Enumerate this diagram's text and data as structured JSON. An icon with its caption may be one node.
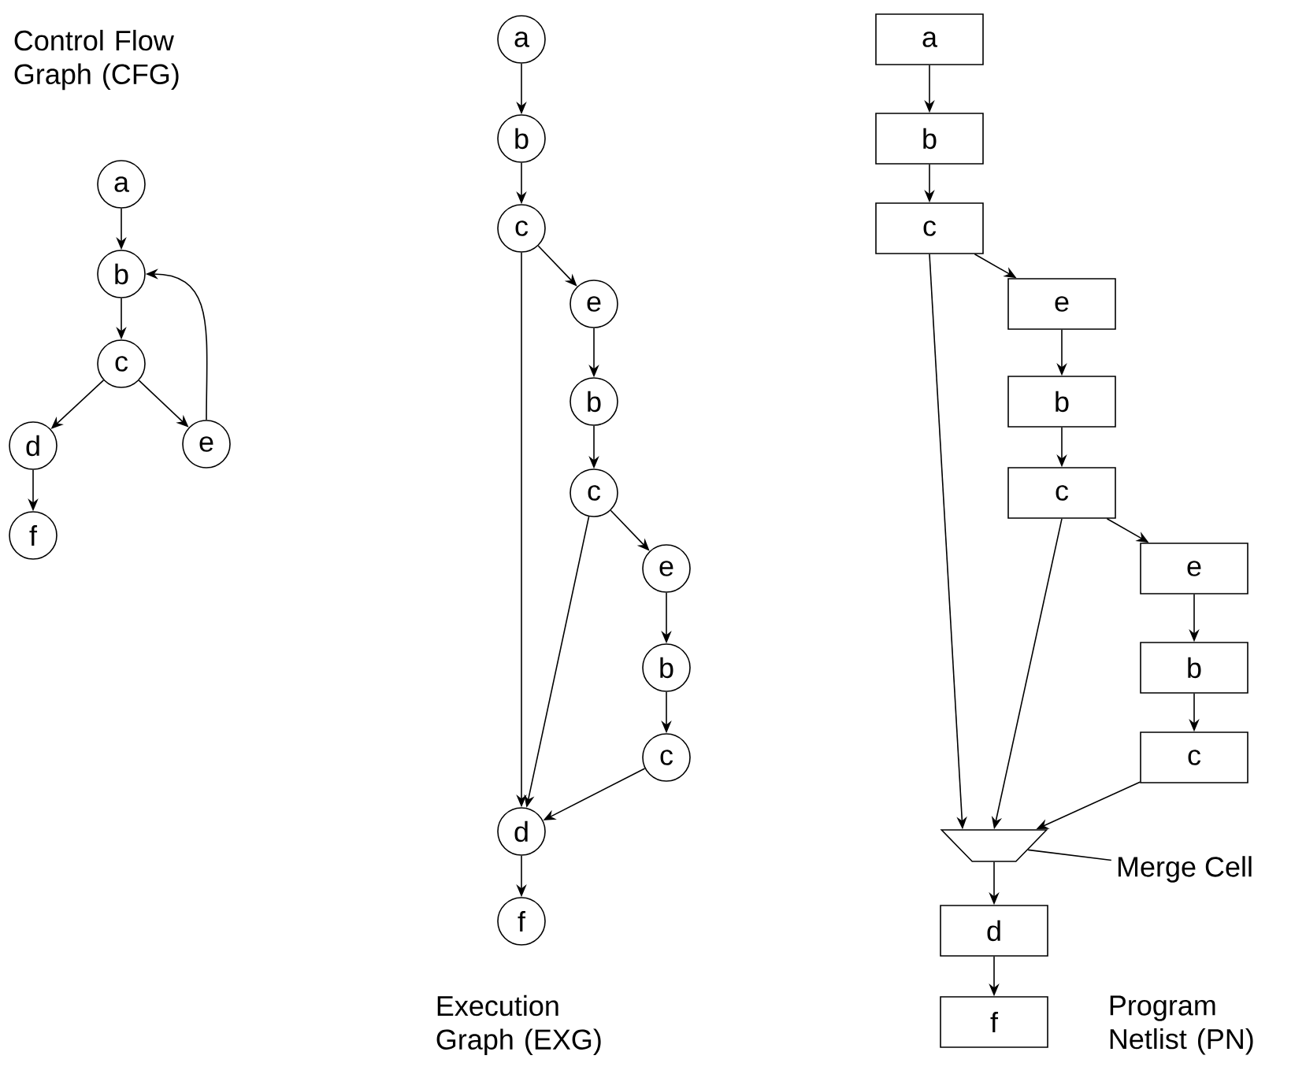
{
  "diagram": {
    "nodes": [
      {
        "text": [
          "a"
        ]
      },
      {
        "text": [
          "b"
        ]
      },
      {
        "text": [
          "c"
        ]
      },
      {
        "text": [
          "d"
        ]
      },
      {
        "text": [
          "e"
        ]
      },
      {
        "text": [
          "f"
        ]
      },
      {
        "text": [
          "a"
        ]
      },
      {
        "text": [
          "b"
        ]
      },
      {
        "text": [
          "c"
        ]
      },
      {
        "text": [
          "e"
        ]
      },
      {
        "text": [
          "b"
        ]
      },
      {
        "text": [
          "c"
        ]
      },
      {
        "text": [
          "e"
        ]
      },
      {
        "text": [
          "b"
        ]
      },
      {
        "text": [
          "c"
        ]
      },
      {
        "text": [
          "d"
        ]
      },
      {
        "text": [
          "f"
        ]
      },
      {
        "text": [
          "a"
        ]
      },
      {
        "text": [
          "b"
        ]
      },
      {
        "text": [
          "c"
        ]
      },
      {
        "text": [
          "e"
        ]
      },
      {
        "text": [
          "b"
        ]
      },
      {
        "text": [
          "c"
        ]
      },
      {
        "text": [
          "e"
        ]
      },
      {
        "text": [
          "b"
        ]
      },
      {
        "text": [
          "c"
        ]
      },
      {
        "text": [],
        "shape": "trapezoid"
      },
      {
        "text": [
          "d"
        ]
      },
      {
        "text": [
          "f"
        ]
      },
      {
        "text": [
          "Merge Cell"
        ]
      }
    ],
    "edges": [
      {
        "from": 0,
        "to": 1,
        "arrow": "to"
      },
      {
        "from": 1,
        "to": 2,
        "arrow": "to"
      },
      {
        "from": 2,
        "to": 3,
        "arrow": "to"
      },
      {
        "from": 2,
        "to": 4,
        "arrow": "to"
      },
      {
        "from": 4,
        "to": 1,
        "arrow": "to"
      },
      {
        "from": 3,
        "to": 5,
        "arrow": "to"
      },
      {
        "from": 6,
        "to": 7,
        "arrow": "to"
      },
      {
        "from": 7,
        "to": 8,
        "arrow": "to"
      },
      {
        "from": 8,
        "to": 9,
        "arrow": "to"
      },
      {
        "from": 9,
        "to": 10,
        "arrow": "to"
      },
      {
        "from": 10,
        "to": 11,
        "arrow": "to"
      },
      {
        "from": 11,
        "to": 12,
        "arrow": "to"
      },
      {
        "from": 12,
        "to": 13,
        "arrow": "to"
      },
      {
        "from": 13,
        "to": 14,
        "arrow": "to"
      },
      {
        "from": 8,
        "to": 15,
        "arrow": "to"
      },
      {
        "from": 11,
        "to": 15,
        "arrow": "to"
      },
      {
        "from": 14,
        "to": 15,
        "arrow": "to"
      },
      {
        "from": 15,
        "to": 16,
        "arrow": "to"
      },
      {
        "from": 17,
        "to": 18,
        "arrow": "to"
      },
      {
        "from": 18,
        "to": 19,
        "arrow": "to"
      },
      {
        "from": 19,
        "to": 20,
        "arrow": "to"
      },
      {
        "from": 20,
        "to": 21,
        "arrow": "to"
      },
      {
        "from": 21,
        "to": 22,
        "arrow": "to"
      },
      {
        "from": 22,
        "to": 23,
        "arrow": "to"
      },
      {
        "from": 23,
        "to": 24,
        "arrow": "to"
      },
      {
        "from": 24,
        "to": 25,
        "arrow": "to"
      },
      {
        "from": 19,
        "to": 26,
        "arrow": "to"
      },
      {
        "from": 22,
        "to": 26,
        "arrow": "to"
      },
      {
        "from": 25,
        "to": 26,
        "arrow": "to"
      },
      {
        "from": 26,
        "to": 27,
        "arrow": "to"
      },
      {
        "from": 27,
        "to": 28,
        "arrow": "to"
      },
      {
        "from": 29,
        "to": 26,
        "arrow": "none"
      }
    ],
    "labels": [
      "Control Flow Graph (CFG)",
      "Execution Graph (EXG)",
      "Program Netlist (PN)"
    ]
  }
}
